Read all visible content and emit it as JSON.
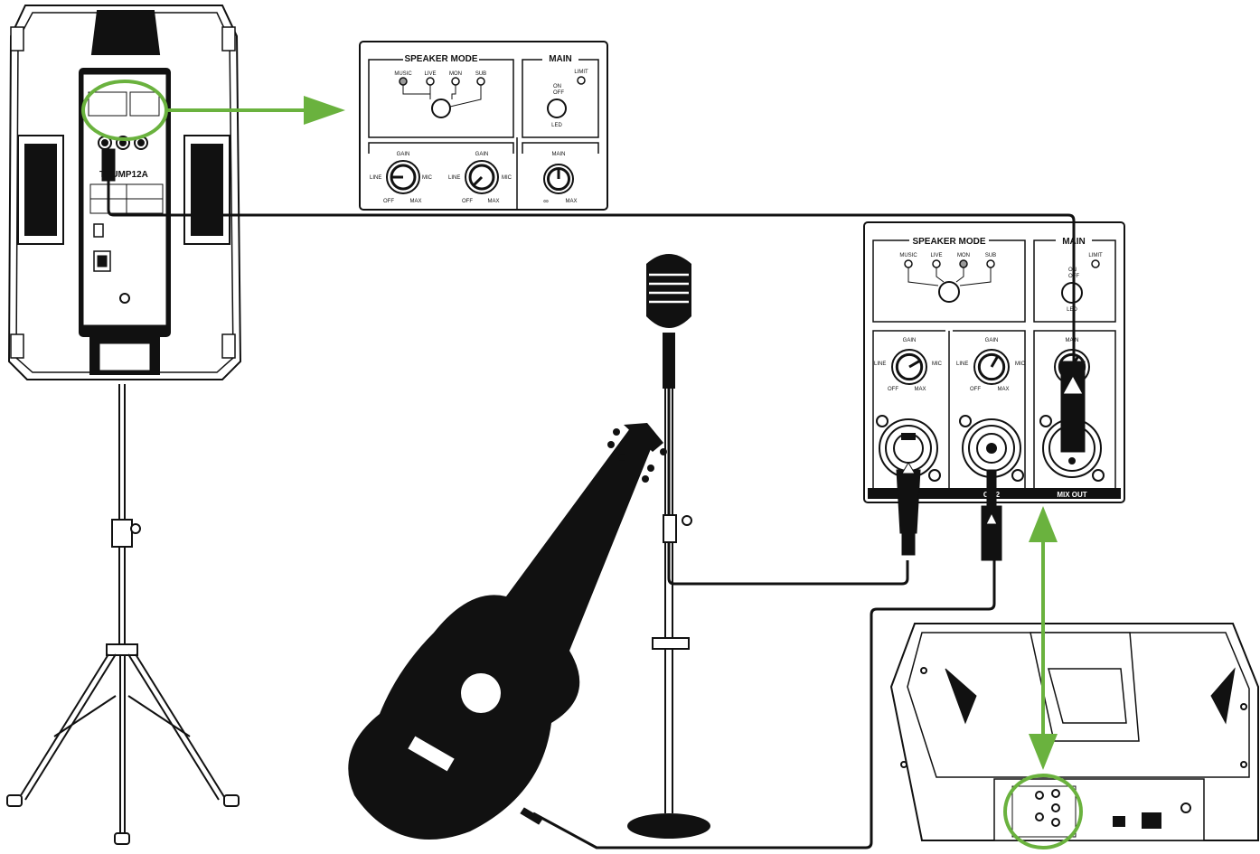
{
  "colors": {
    "accent_green": "#6ab23e",
    "ink": "#111111",
    "led_lit": "#9a9a9a"
  },
  "top_panel": {
    "speaker_mode_title": "SPEAKER MODE",
    "main_title": "MAIN",
    "modes": [
      "MUSIC",
      "LIVE",
      "MON",
      "SUB"
    ],
    "lit_mode": "MUSIC",
    "limit_label": "LIMIT",
    "on_label": "ON",
    "off_label": "OFF",
    "led_label": "LED",
    "gain_label": "GAIN",
    "line_label": "LINE",
    "mic_label": "MIC",
    "off_knob_label": "OFF",
    "max_label": "MAX",
    "main_knob_label": "MAIN",
    "infinity_label": "∞"
  },
  "right_panel": {
    "speaker_mode_title": "SPEAKER MODE",
    "main_title": "MAIN",
    "modes": [
      "MUSIC",
      "LIVE",
      "MON",
      "SUB"
    ],
    "lit_mode": "MON",
    "limit_label": "LIMIT",
    "on_label": "ON",
    "off_label": "OFF",
    "led_label": "LED",
    "gain_label": "GAIN",
    "line_label": "LINE",
    "mic_label": "MIC",
    "off_knob_label": "OFF",
    "max_label": "MAX",
    "main_knob_label": "MAIN",
    "ch2_label": "CH 2",
    "mix_out_label": "MIX OUT"
  },
  "speaker": {
    "model_label": "THUMP12A"
  }
}
